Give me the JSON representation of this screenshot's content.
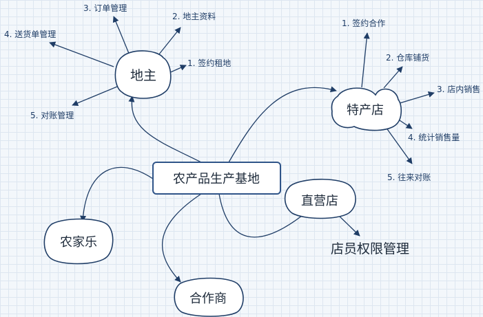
{
  "center": {
    "label": "农产品生产基地"
  },
  "nodes": {
    "landlord": "地主",
    "store": "特产店",
    "direct": "直营店",
    "farmhouse": "农家乐",
    "partner": "合作商"
  },
  "landlord_items": {
    "item1": "1. 签约租地",
    "item2": "2. 地主资料",
    "item3": "3. 订单管理",
    "item4": "4. 送货单管理",
    "item5": "5. 对账管理"
  },
  "store_items": {
    "item1": "1. 签约合作",
    "item2": "2. 仓库铺货",
    "item3": "3. 店内销售",
    "item4": "4. 统计销售量",
    "item5": "5. 往来对账"
  },
  "direct_items": {
    "item1": "店员权限管理"
  },
  "colors": {
    "line": "#1f3d66",
    "center_border": "#2f5488",
    "grid": "#dde6f0",
    "background": "#f3f7fb"
  }
}
